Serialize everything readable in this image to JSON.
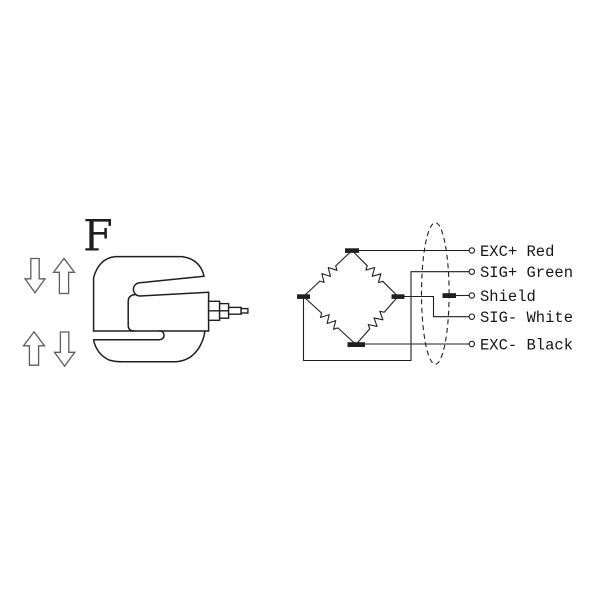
{
  "scene": {
    "force_label": "F"
  },
  "wiring": {
    "labels": [
      "EXC+ Red",
      "SIG+ Green",
      "Shield",
      "SIG- White",
      "EXC- Black"
    ]
  },
  "colors": {
    "ink": "#1f1f1f",
    "arrow_ink": "#5d5d5d",
    "label_ink": "#161616",
    "background": "#ffffff"
  }
}
